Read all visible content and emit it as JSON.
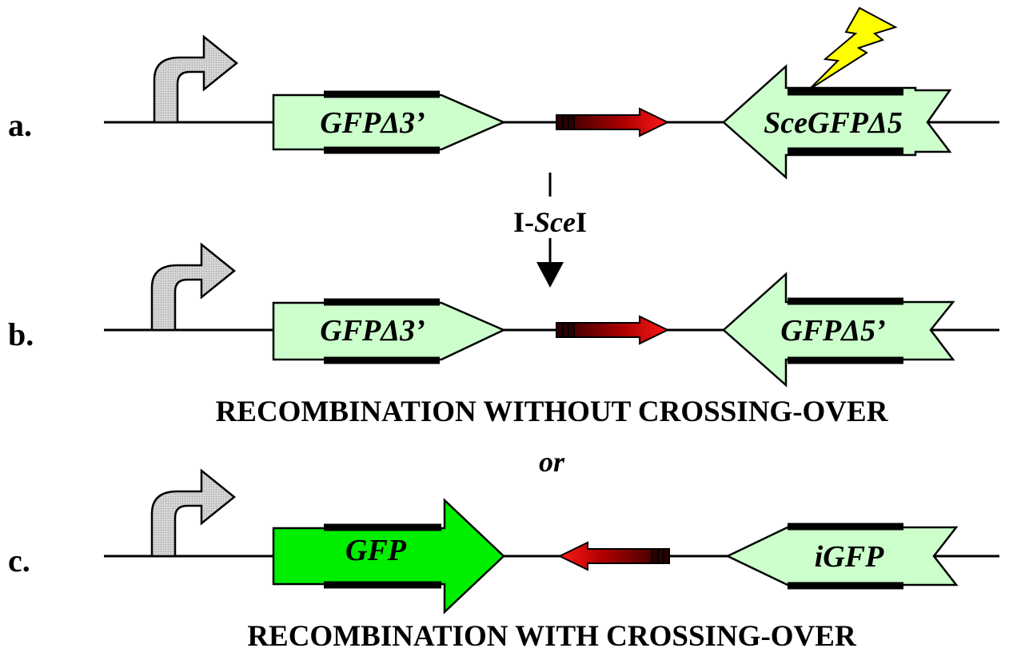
{
  "rows": [
    {
      "label": "a.",
      "genes": [
        {
          "prefix": "GFP",
          "delta": "Δ",
          "suffix": "3’"
        },
        {
          "prefix": "SceGFP",
          "delta": "Δ",
          "suffix": "5"
        }
      ]
    },
    {
      "label": "b.",
      "genes": [
        {
          "prefix": "GFP",
          "delta": "Δ",
          "suffix": "3’"
        },
        {
          "prefix": "GFP",
          "delta": "Δ",
          "suffix": "5’"
        }
      ]
    },
    {
      "label": "c.",
      "genes": [
        {
          "prefix": "GFP",
          "delta": "",
          "suffix": ""
        },
        {
          "prefix": "iGFP",
          "delta": "",
          "suffix": ""
        }
      ]
    }
  ],
  "enzyme": {
    "prefix": "I-",
    "italic": "Sce",
    "suffix": "I"
  },
  "headings": {
    "without": "RECOMBINATION WITHOUT CROSSING-OVER",
    "or": "or",
    "with": "RECOMBINATION WITH CROSSING-OVER"
  },
  "colors": {
    "gene_fill": "#ccffcc",
    "gene_active_fill": "#00ee00",
    "promoter_fill": "#c8c8c8",
    "marker_red": "#ff1010",
    "marker_dark": "#5a0000",
    "lightning": "#ffff00",
    "line": "#000000"
  }
}
